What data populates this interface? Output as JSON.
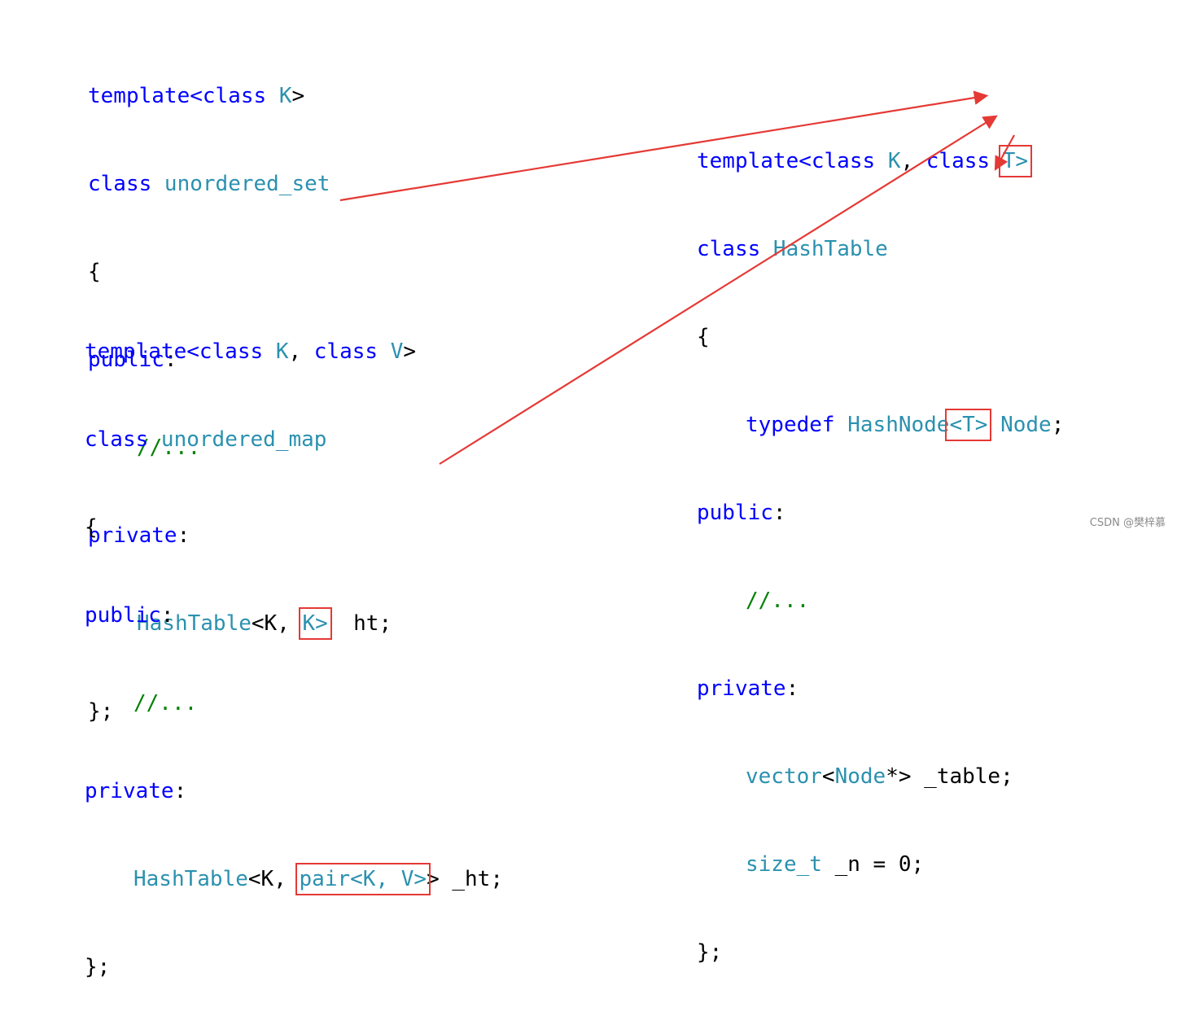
{
  "set_block": {
    "l1": {
      "kw": "template<class ",
      "ty": "K",
      "end": ">"
    },
    "l2": {
      "kw": "class ",
      "ty": "unordered_set"
    },
    "l3": "{",
    "l4": {
      "kw": "public",
      "end": ":"
    },
    "l5": "//...",
    "l6": {
      "kw": "private",
      "end": ":"
    },
    "l7": {
      "ty": "HashTable",
      "mid": "<K,",
      "boxed": "K>",
      "end": "  ht;"
    },
    "l8": "};"
  },
  "map_block": {
    "l1": {
      "kw": "template<class ",
      "t1": "K",
      "mid": ", ",
      "kw2": "class ",
      "t2": "V",
      "end": ">"
    },
    "l2": {
      "kw": "class ",
      "ty": "unordered_map"
    },
    "l3": "{",
    "l4": {
      "kw": "public",
      "end": ":"
    },
    "l5": "//...",
    "l6": {
      "kw": "private",
      "end": ":"
    },
    "l7": {
      "ty": "HashTable",
      "mid": "<K, ",
      "boxed_ty": "pair",
      "boxed_rest": "<K, V>",
      "end": "> _ht;"
    },
    "l8": "};"
  },
  "hash_block": {
    "l1": {
      "kw": "template<class ",
      "t1": "K",
      "mid": ", ",
      "kw2": "class ",
      "boxed": "T>"
    },
    "l2": {
      "kw": "class ",
      "ty": "HashTable"
    },
    "l3": "{",
    "l4": {
      "kw": "typedef ",
      "ty": "HashNode",
      "boxed": "<T>",
      "ty2": " Node",
      "end": ";"
    },
    "l5": {
      "kw": "public",
      "end": ":"
    },
    "l6": "//...",
    "l7": {
      "kw": "private",
      "end": ":"
    },
    "l8": {
      "ty": "vector",
      "mid": "<",
      "ty2": "Node",
      "end": "*> _table;"
    },
    "l9": {
      "ty": "size_t",
      "end": " _n = 0;"
    },
    "l10": "};"
  },
  "colors": {
    "keyword": "#0000ff",
    "type": "#2b91af",
    "comment": "#008000",
    "highlight": "#e53935"
  },
  "watermark": "CSDN @樊梓慕"
}
